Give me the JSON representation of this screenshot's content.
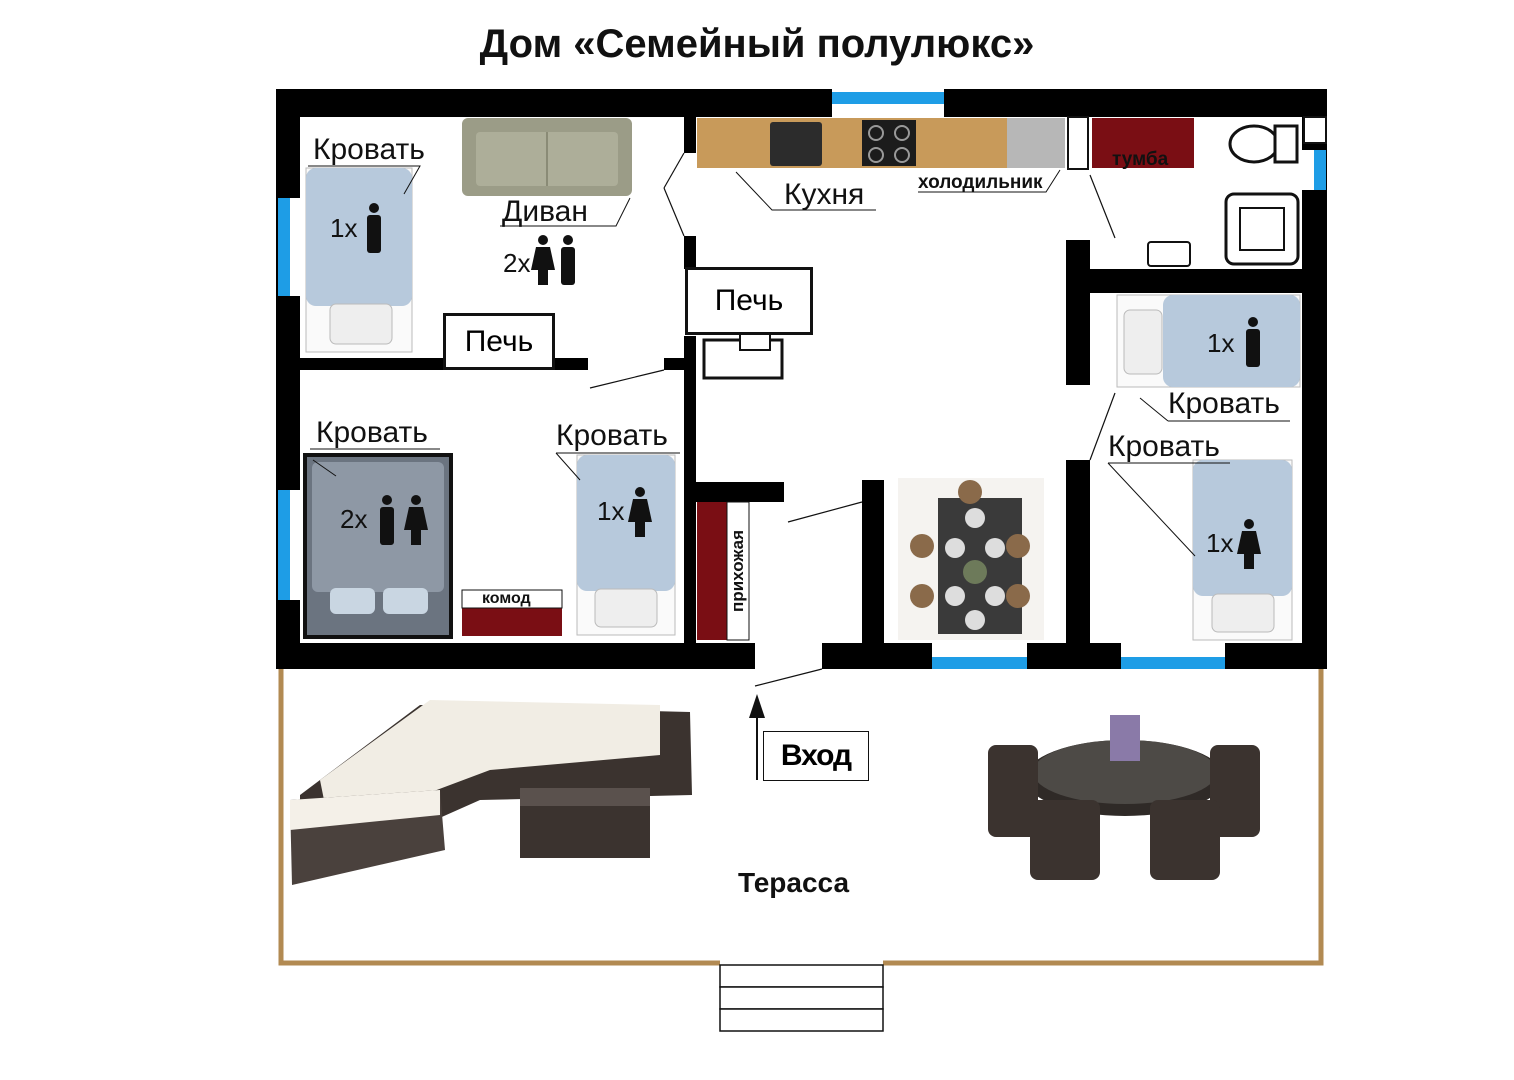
{
  "title": "Дом «Семейный полулюкс»",
  "labels": {
    "bed": "Кровать",
    "sofa": "Диван",
    "stove": "Печь",
    "kitchen": "Кухня",
    "fridge": "холодильник",
    "nightstand": "тумба",
    "dresser": "комод",
    "hallway": "прихожая",
    "entrance": "Вход",
    "terrace": "Терасса"
  },
  "counts": {
    "one": "1x",
    "two": "2x"
  },
  "colors": {
    "wall": "#000000",
    "window": "#1e9de6",
    "terrace_border": "#b28a52",
    "bed": "#b7c9dc",
    "furniture_red": "#7a0e14",
    "counter": "#c89a5a",
    "sofa": "#a3a38e"
  }
}
